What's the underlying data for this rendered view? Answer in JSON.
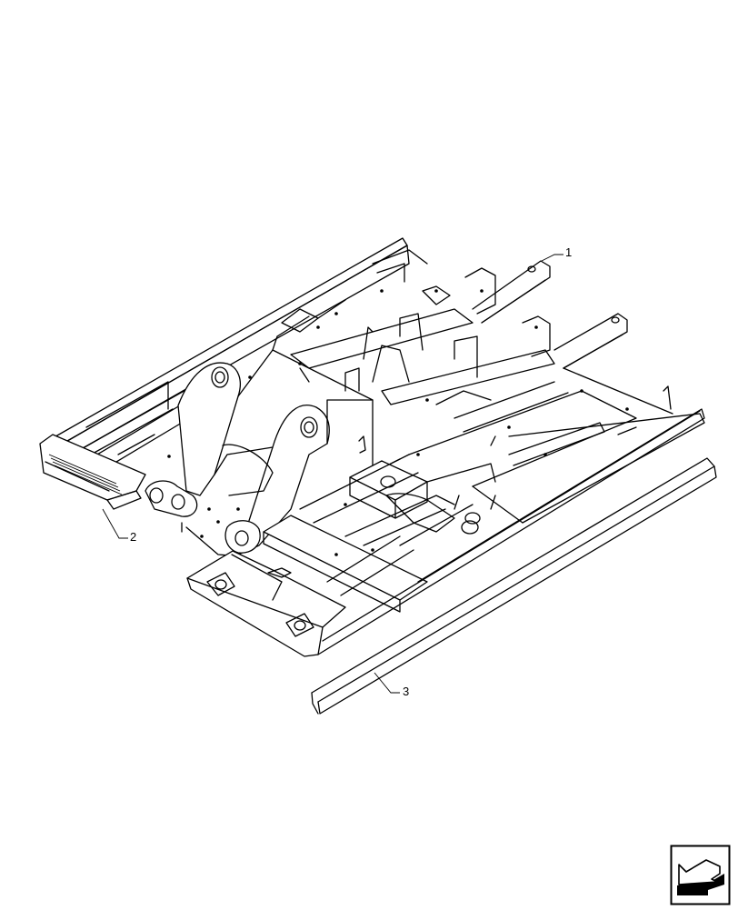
{
  "diagram": {
    "subject": "upper frame assembly, isometric exploded view",
    "callouts": [
      {
        "id": "1",
        "label": "1",
        "part": "upper frame"
      },
      {
        "id": "2",
        "label": "2",
        "part": "step"
      },
      {
        "id": "3",
        "label": "3",
        "part": "side cover strip"
      }
    ]
  },
  "nav_icon": {
    "name": "previous-page-arrow-icon",
    "glyph": "arrow pointing down-left inside square frame"
  },
  "colors": {
    "line": "#000000",
    "background": "#ffffff"
  }
}
